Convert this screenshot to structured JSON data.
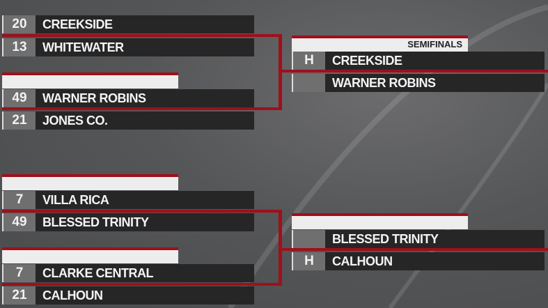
{
  "colors": {
    "accent_red": "#a00f1a",
    "score_bg": "#6f6f70",
    "name_bg": "#262626",
    "header_bg": "#ededed"
  },
  "quarterfinals": [
    {
      "teams": [
        {
          "score": "20",
          "name": "CREEKSIDE"
        },
        {
          "score": "13",
          "name": "WHITEWATER"
        }
      ]
    },
    {
      "teams": [
        {
          "score": "49",
          "name": "WARNER ROBINS"
        },
        {
          "score": "21",
          "name": "JONES CO."
        }
      ]
    },
    {
      "teams": [
        {
          "score": "7",
          "name": "VILLA RICA"
        },
        {
          "score": "49",
          "name": "BLESSED TRINITY"
        }
      ]
    },
    {
      "teams": [
        {
          "score": "7",
          "name": "CLARKE CENTRAL"
        },
        {
          "score": "21",
          "name": "CALHOUN"
        }
      ]
    }
  ],
  "semifinals": {
    "label": "SEMIFINALS",
    "games": [
      {
        "teams": [
          {
            "score": "H",
            "name": "CREEKSIDE"
          },
          {
            "score": "",
            "name": "WARNER ROBINS"
          }
        ]
      },
      {
        "teams": [
          {
            "score": "",
            "name": "BLESSED TRINITY"
          },
          {
            "score": "H",
            "name": "CALHOUN"
          }
        ]
      }
    ]
  }
}
